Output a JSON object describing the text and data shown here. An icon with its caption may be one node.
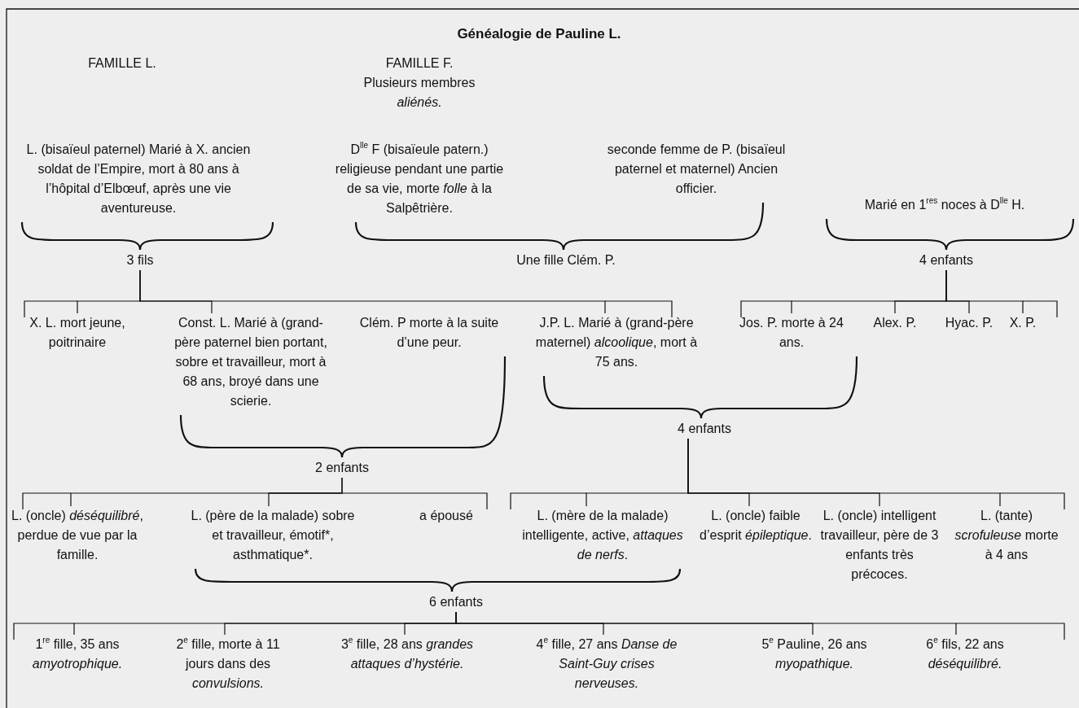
{
  "diagram": {
    "title": "Généalogie de Pauline L.",
    "nodes": [
      {
        "text": [
          "L. (bisaïeul paternel) Marié à X. ancien soldat de l’Empire, mort à 80 ans à l’hôpital d’Elbœuf, après une vie aventureuse."
        ]
      },
      {
        "text": [
          "D$^{lle}$ F (bisaïeule patern.) religieuse pendant une partie de sa vie, morte *folle* à la Salpêtrière."
        ]
      },
      {
        "text": [
          "seconde femme de P. (bisaïeul paternel et maternel) Ancien officier."
        ]
      },
      {
        "text": [
          "Marié en 1$^{res}$ noces à D$^{lle}$ H."
        ]
      },
      {
        "text": [
          "3 fils"
        ]
      },
      {
        "text": [
          "Une fille Clém. P."
        ]
      },
      {
        "text": [
          "4 enfants"
        ]
      },
      {
        "text": [
          "X. L. mort jeune, poitrinaire"
        ]
      },
      {
        "text": [
          "Const. L. Marié à (grand-père paternel bien portant, sobre et travailleur, mort à 68 ans, broyé dans une scierie."
        ]
      },
      {
        "text": [
          "Clém. P morte à la suite d’une peur."
        ]
      },
      {
        "text": [
          "J.P. L. Marié à (grand-père maternel) *alcoolique*, mort à 75 ans."
        ]
      },
      {
        "text": [
          "Jos. P. morte à 24 ans."
        ]
      },
      {
        "text": [
          "Alex. P."
        ]
      },
      {
        "text": [
          "Hyac. P."
        ]
      },
      {
        "text": [
          "X. P."
        ]
      },
      {
        "text": [
          "2 enfants"
        ]
      },
      {
        "text": [
          "4 enfants"
        ]
      },
      {
        "text": [
          "L. (oncle) *déséquilibré*, perdue de vue par la famille."
        ]
      },
      {
        "text": [
          "L. (père de la malade) sobre et travailleur, émotif*, asthmatique*."
        ]
      },
      {
        "text": [
          "a épousé"
        ]
      },
      {
        "text": [
          "L. (mère de la malade) intelligente, active, *attaques de nerfs*."
        ]
      },
      {
        "text": [
          "L. (oncle) faible d’esprit *épileptique*."
        ]
      },
      {
        "text": [
          "L. (oncle) intelligent travailleur, père de 3 enfants très précoces."
        ]
      },
      {
        "text": [
          "L. (tante) *scrofuleuse* morte à 4 ans"
        ]
      },
      {
        "text": [
          "6 enfants"
        ]
      },
      {
        "text": [
          "1$^{re}$ fille, 35 ans *amyotrophique.*"
        ]
      },
      {
        "text": [
          "2$^{e}$ fille, morte à 11 jours dans des *convulsions.*"
        ]
      },
      {
        "text": [
          "3$^{e}$ fille, 28 ans *grandes attaques d’hystérie.*"
        ]
      },
      {
        "text": [
          "4$^{e}$ fille, 27 ans *Danse de Saint-Guy crises nerveuses.*"
        ]
      },
      {
        "text": [
          "5$^{e}$ Pauline, 26 ans *myopathique.*"
        ]
      },
      {
        "text": [
          "6$^{e}$ fils, 22 ans *déséquilibré.*"
        ]
      }
    ],
    "edges": [
      {
        "from": 0,
        "to": 4,
        "arrow": "none"
      },
      {
        "from": 1,
        "to": 5,
        "arrow": "none"
      },
      {
        "from": 2,
        "to": 5,
        "arrow": "none"
      },
      {
        "from": 3,
        "to": 6,
        "arrow": "none"
      },
      {
        "from": 4,
        "to": 7,
        "arrow": "none"
      },
      {
        "from": 4,
        "to": 8,
        "arrow": "none"
      },
      {
        "from": 4,
        "to": 10,
        "arrow": "none"
      },
      {
        "from": 6,
        "to": 11,
        "arrow": "none"
      },
      {
        "from": 6,
        "to": 12,
        "arrow": "none"
      },
      {
        "from": 6,
        "to": 13,
        "arrow": "none"
      },
      {
        "from": 6,
        "to": 14,
        "arrow": "none"
      },
      {
        "from": 8,
        "to": 15,
        "arrow": "none"
      },
      {
        "from": 9,
        "to": 15,
        "arrow": "none"
      },
      {
        "from": 10,
        "to": 16,
        "arrow": "none"
      },
      {
        "from": 11,
        "to": 16,
        "arrow": "none"
      },
      {
        "from": 15,
        "to": 17,
        "arrow": "none"
      },
      {
        "from": 15,
        "to": 18,
        "arrow": "none"
      },
      {
        "from": 16,
        "to": 20,
        "arrow": "none"
      },
      {
        "from": 16,
        "to": 21,
        "arrow": "none"
      },
      {
        "from": 16,
        "to": 22,
        "arrow": "none"
      },
      {
        "from": 16,
        "to": 23,
        "arrow": "none"
      },
      {
        "from": 18,
        "to": 24,
        "arrow": "none"
      },
      {
        "from": 20,
        "to": 24,
        "arrow": "none"
      },
      {
        "from": 24,
        "to": 25,
        "arrow": "none"
      },
      {
        "from": 24,
        "to": 26,
        "arrow": "none"
      },
      {
        "from": 24,
        "to": 27,
        "arrow": "none"
      },
      {
        "from": 24,
        "to": 28,
        "arrow": "none"
      },
      {
        "from": 24,
        "to": 29,
        "arrow": "none"
      },
      {
        "from": 24,
        "to": 30,
        "arrow": "none"
      }
    ],
    "labels": [
      "FAMILLE L.",
      "FAMILLE F.",
      "Plusieurs membres *aliénés.*"
    ]
  }
}
